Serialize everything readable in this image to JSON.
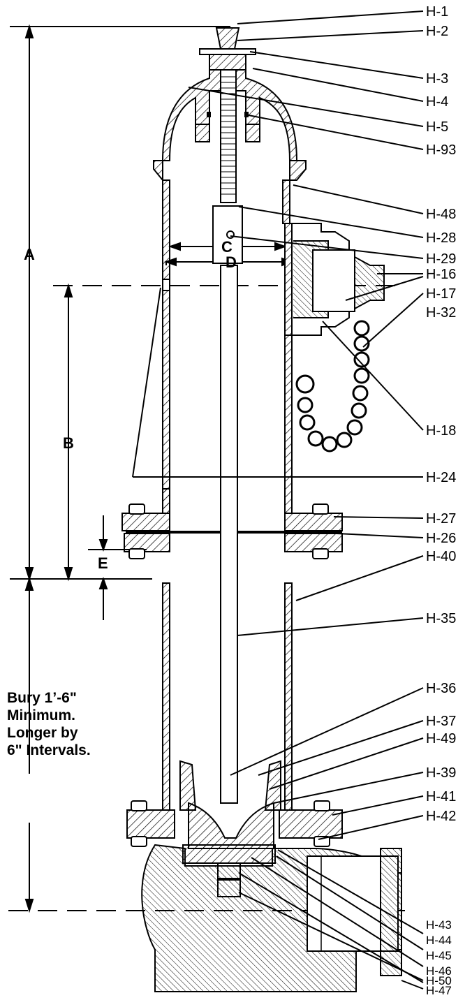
{
  "part_labels": [
    "H-1",
    "H-2",
    "H-3",
    "H-4",
    "H-5",
    "H-93",
    "H-48",
    "H-28",
    "H-29",
    "H-16",
    "H-17",
    "H-32",
    "H-18",
    "H-24",
    "H-27",
    "H-26",
    "H-40",
    "H-35",
    "H-36",
    "H-37",
    "H-49",
    "H-39",
    "H-41",
    "H-42",
    "H-43",
    "H-44",
    "H-45",
    "H-46",
    "H-50",
    "H-47"
  ],
  "dimensions": {
    "a": "A",
    "b": "B",
    "c": "C",
    "d": "D",
    "e": "E"
  },
  "bury_note": [
    "Bury 1’-6\"",
    "Minimum.",
    "Longer by",
    "6\" Intervals."
  ],
  "colors": {
    "ink": "#000000",
    "paper": "#ffffff",
    "hatch": "#000000"
  }
}
